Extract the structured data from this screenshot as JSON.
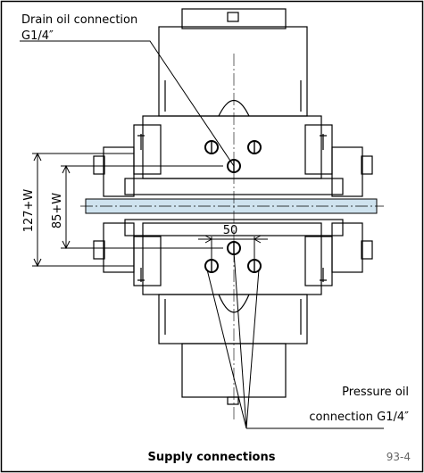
{
  "labels": {
    "drain_line1": "Drain oil connection",
    "drain_line2": "G1/4″",
    "pressure_line1": "Pressure oil",
    "pressure_line2": "connection G1/4″"
  },
  "dimensions": {
    "outer_height": "127+W",
    "inner_height": "85+W",
    "port_spacing": "50"
  },
  "caption": "Supply connections",
  "figure_number": "93-4",
  "colors": {
    "line": "#000000",
    "shaft": "#cfe3ef",
    "frame": "#000000",
    "figure_number": "#666666"
  }
}
